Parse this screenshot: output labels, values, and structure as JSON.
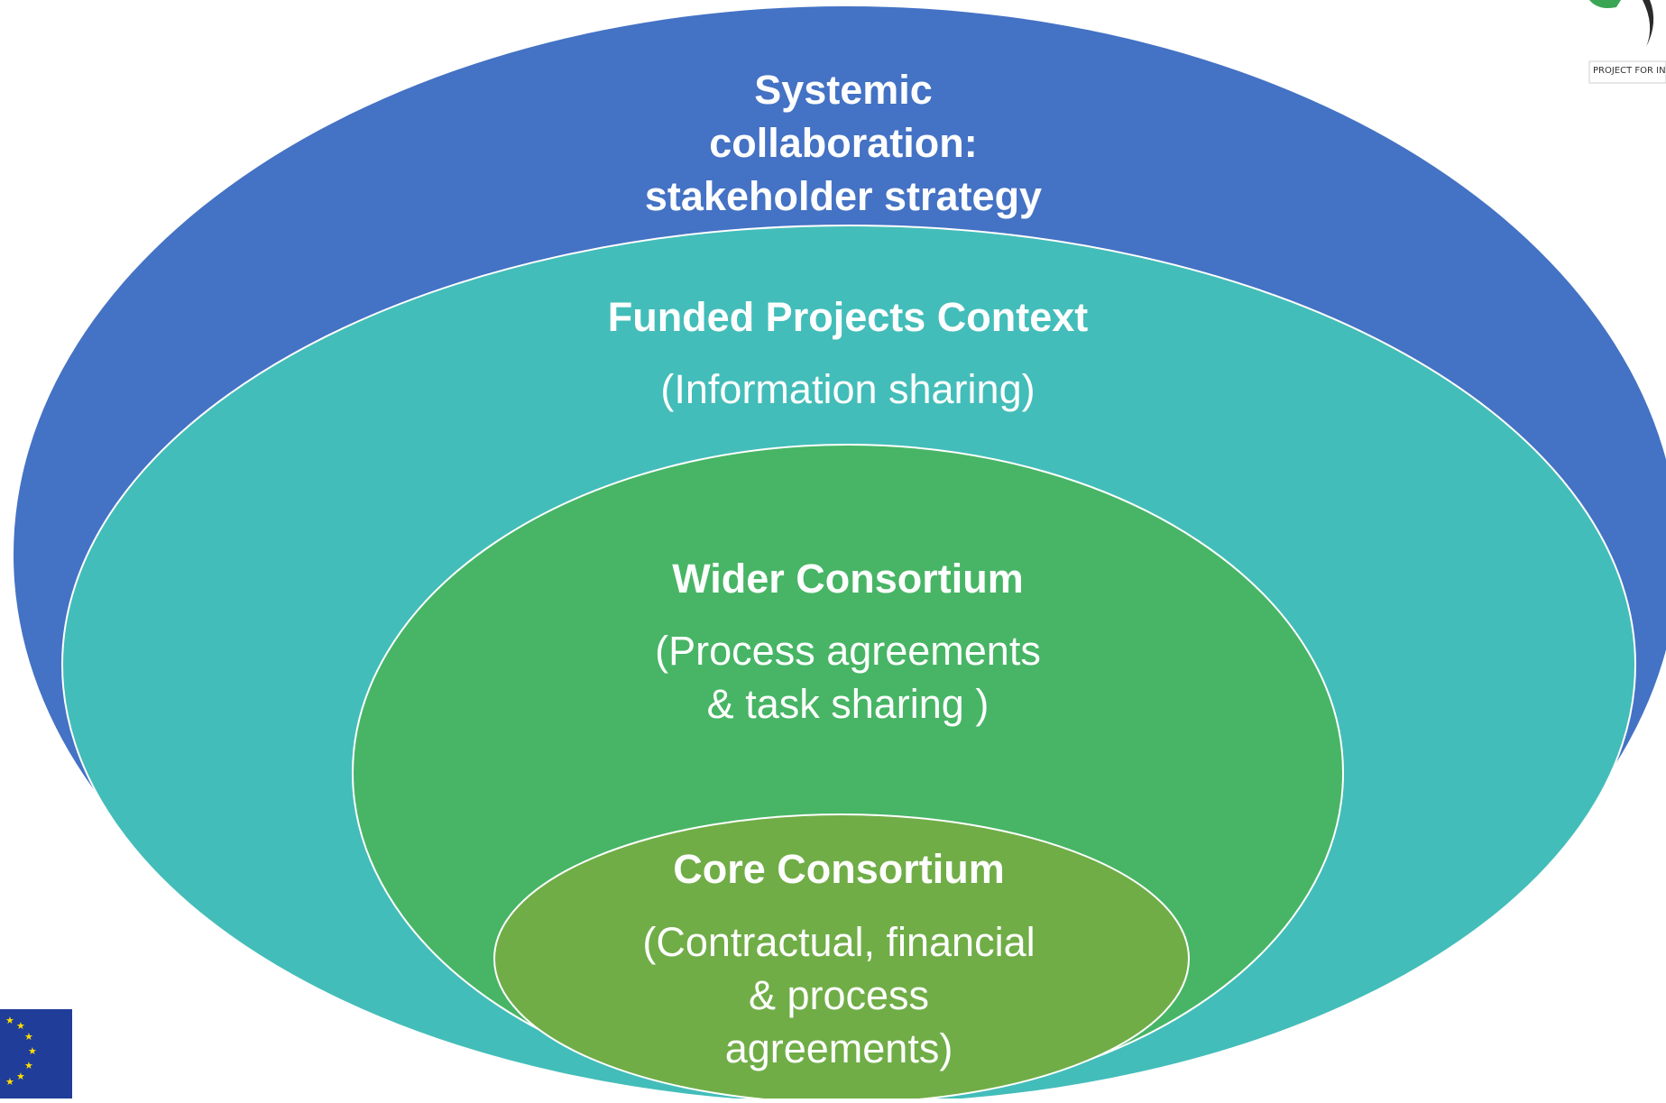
{
  "diagram": {
    "rings": [
      {
        "id": "systemic",
        "title": "Systemic\ncollaboration:\nstakeholder strategy",
        "subtitle": "",
        "color": "#4472c4"
      },
      {
        "id": "funded",
        "title": "Funded Projects Context",
        "subtitle": "(Information sharing)",
        "color": "#43bdb9"
      },
      {
        "id": "wider",
        "title": "Wider Consortium",
        "subtitle": "(Process agreements\n& task  sharing )",
        "color": "#47b565"
      },
      {
        "id": "core",
        "title": "Core Consortium",
        "subtitle": "(Contractual, financial\n& process\nagreements)",
        "color": "#70ad47"
      }
    ]
  },
  "logos": {
    "project_logo_text": "PROJECT FOR INI",
    "eu_flag_color": "#1f3d99",
    "eu_star_color": "#ffdd00"
  }
}
